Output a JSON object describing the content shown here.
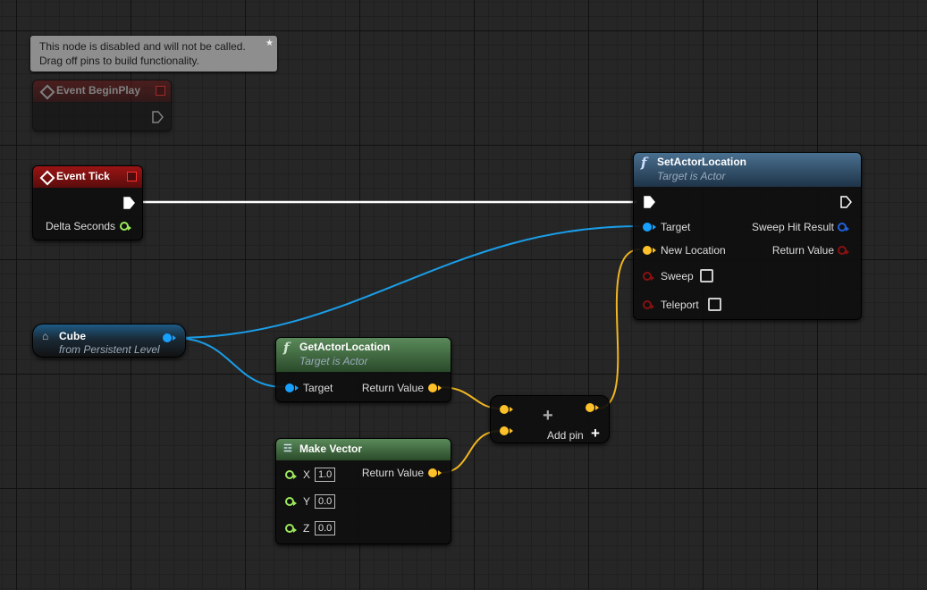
{
  "tooltip": {
    "line1": "This node is disabled and will not be called.",
    "line2": "Drag off pins to build functionality."
  },
  "nodes": {
    "begin_play": {
      "title": "Event BeginPlay"
    },
    "event_tick": {
      "title": "Event Tick",
      "delta_label": "Delta Seconds"
    },
    "set_actor_location": {
      "title": "SetActorLocation",
      "subtitle": "Target is Actor",
      "target_label": "Target",
      "new_location_label": "New Location",
      "sweep_label": "Sweep",
      "teleport_label": "Teleport",
      "sweep_hit_label": "Sweep Hit Result",
      "return_label": "Return Value"
    },
    "cube": {
      "title": "Cube",
      "subtitle": "from Persistent Level"
    },
    "get_actor_location": {
      "title": "GetActorLocation",
      "subtitle": "Target is Actor",
      "target_label": "Target",
      "return_label": "Return Value"
    },
    "add": {
      "symbol": "+",
      "add_pin_label": "Add pin"
    },
    "make_vector": {
      "title": "Make Vector",
      "return_label": "Return Value",
      "x_label": "X",
      "x_value": "1.0",
      "y_label": "Y",
      "y_value": "0.0",
      "z_label": "Z",
      "z_value": "0.0"
    }
  },
  "colors": {
    "exec_wire": "#ffffff",
    "object_wire": "#1a9ee8",
    "vector_wire": "#f2b622",
    "event_header": "#7a1010",
    "function_header": "#2d4f6b",
    "pure_header": "#3d6a3d"
  }
}
